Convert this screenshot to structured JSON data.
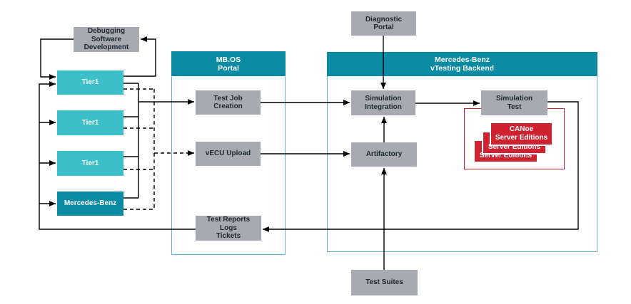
{
  "colors": {
    "teal": "#0b8ba3",
    "teal-light": "#3bbfc8",
    "gray": "#a7abb1",
    "red": "#cf2231",
    "container-border": "#6ab3cc",
    "ink": "#1d2733",
    "line": "#000000",
    "bg": "#ffffff"
  },
  "labels": {
    "debugging": "Debugging\nSoftware\nDevelopment",
    "tier1": "Tier1",
    "mercedes_benz": "Mercedes-Benz",
    "mbos_portal_header": "MB.OS\nPortal",
    "test_job_creation": "Test Job\nCreation",
    "vecu_upload": "vECU Upload",
    "test_reports": "Test Reports\nLogs\nTickets",
    "backend_header": "Mercedes-Benz\nvTesting Backend",
    "diagnostic_portal": "Diagnostic\nPortal",
    "simulation_integration": "Simulation\nIntegration",
    "simulation_test": "Simulation\nTest",
    "artifactory": "Artifactory",
    "canoe_server_editions": "CANoe\nServer Editions",
    "test_suites": "Test Suites"
  }
}
